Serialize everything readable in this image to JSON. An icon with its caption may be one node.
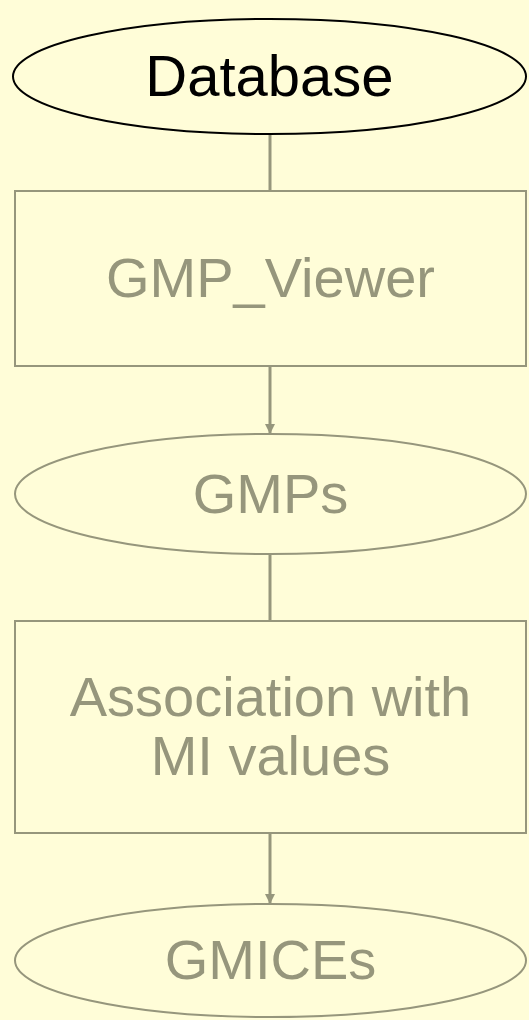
{
  "diagram": {
    "nodes": [
      {
        "text": [
          "Database"
        ]
      },
      {
        "text": [
          "GMP_Viewer"
        ]
      },
      {
        "text": [
          "GMPs"
        ]
      },
      {
        "text": [
          "Association with MI values"
        ]
      },
      {
        "text": [
          "GMICEs"
        ]
      }
    ],
    "edges": [
      {
        "from": 0,
        "to": 1,
        "arrow": "none"
      },
      {
        "from": 1,
        "to": 2,
        "arrow": "to"
      },
      {
        "from": 2,
        "to": 3,
        "arrow": "none"
      },
      {
        "from": 3,
        "to": 4,
        "arrow": "to"
      }
    ]
  }
}
